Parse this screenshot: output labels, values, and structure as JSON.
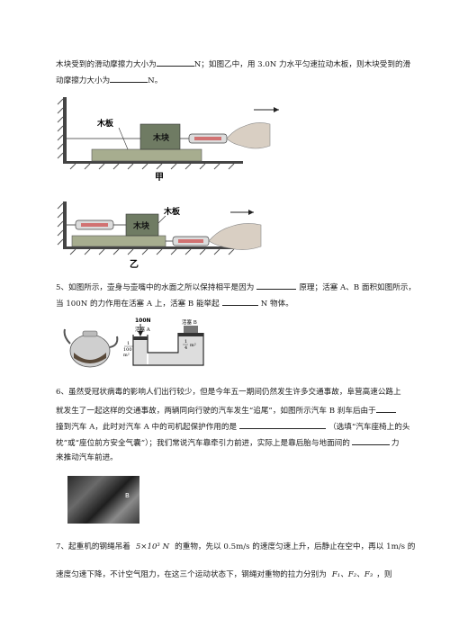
{
  "intro": {
    "l1a": "木块受到的滑动摩擦力大小为",
    "l1b": "N；如图乙中，用 3.0N 力水平匀速拉动木板，则木块受到的滑",
    "l2a": "动摩擦力大小为",
    "l2b": "N。"
  },
  "fig_jia": {
    "board": "木板",
    "block": "木块",
    "caption": "甲"
  },
  "fig_yi": {
    "board": "木板",
    "block": "木块",
    "caption": "乙"
  },
  "q5": {
    "l1a": "5、如图所示，壶身与壶嘴中的水面之所以保持相平是因为",
    "l1b": "原理；活塞 A、B 面积如图所示，",
    "l2a": "当 100N 的力作用在活塞 A 上，活塞 B 能举起",
    "l2b": "N 物体。"
  },
  "fig_q5": {
    "force": "100N",
    "piston_a": "活塞 A",
    "piston_b": "活塞 B",
    "area_a_num": "1",
    "area_a_den": "100",
    "area_a_unit": "m²",
    "area_b_num": "1",
    "area_b_den": "4",
    "area_b_unit": "m²"
  },
  "q6": {
    "l1": "6、虽然受冠状病毒的影响人们出行较少，但是今年五一期间仍然发生许多交通事故，阜营高速公路上",
    "l2a": "就发生了一起这样的交通事故，两辆同向行驶的汽车发生“追尾”，如图所示汽车 B 刹车后由于",
    "l3a": "撞到汽车 A，此时对汽车 A 中的司机起保护作用的是",
    "l3b": "（选填“汽车座椅上的头",
    "l4a": "枕”或“座位前方安全气囊”）；我们常说汽车靠牵引力前进，实际上是靠后胎与地面间的",
    "l4b": "力",
    "l5": "来推动汽车前进。"
  },
  "photo_label": "B",
  "q7": {
    "l1a": "7、起重机的钢绳吊着",
    "l1b": "5×10³ N",
    "l1c": "的重物，先以 0.5m/s 的速度匀速上升，后静止在空中，再以 1m/s 的",
    "l2a": "速度匀速下降，不计空气阻力，在这三个运动状态下，钢绳对重物的拉力分别为",
    "l2b": "F₁、F₂、F₃",
    "l2c": "，则"
  }
}
